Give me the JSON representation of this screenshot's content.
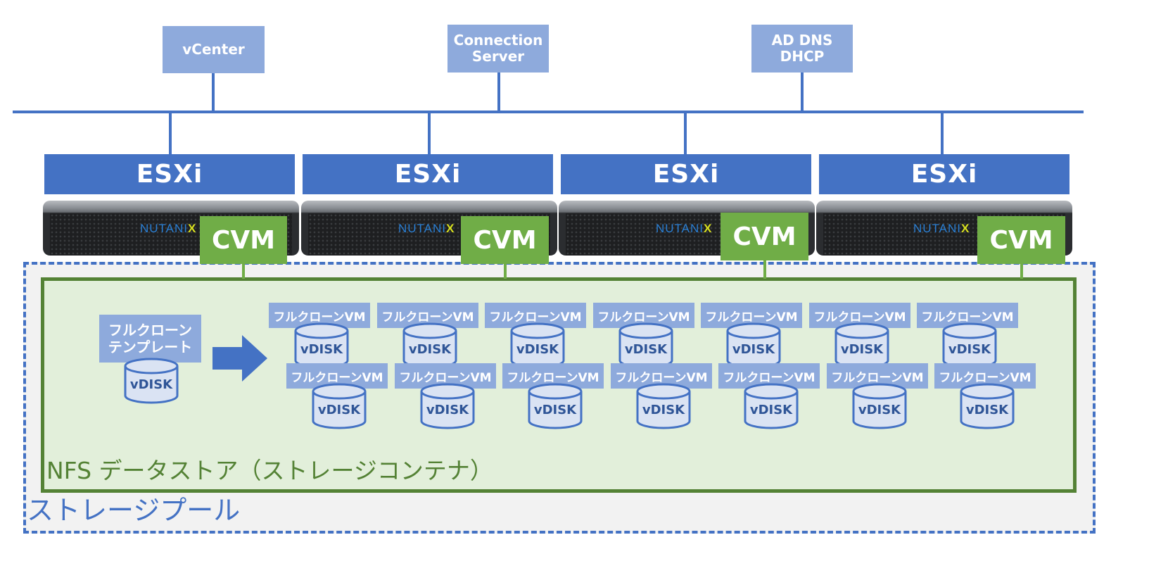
{
  "services": [
    "vCenter",
    "Connection\nServer",
    "AD DNS\nDHCP"
  ],
  "hosts": {
    "esxi_label": "ESXi",
    "cvm_label": "CVM",
    "logo_text": "NUTANI",
    "logo_x": "X"
  },
  "template": {
    "label": "フルクローン\nテンプレート",
    "disk_label": "vDISK"
  },
  "vms": {
    "label": "フルクローンVM",
    "disk_label": "vDISK",
    "rows": 2,
    "per_row": 7
  },
  "datastore_label": "NFS データストア（ストレージコンテナ）",
  "pool_label": "ストレージプール",
  "colors": {
    "network_blue": "#4472c4",
    "service_box": "#8eaadc",
    "cvm_green": "#70ad47",
    "datastore_border": "#548235",
    "datastore_fill": "#e2efda",
    "pool_fill": "#f2f2f2",
    "disk_fill": "#dae3f3",
    "disk_text": "#2f5597"
  },
  "icons": [
    "database-disk-icon",
    "right-arrow-icon"
  ]
}
